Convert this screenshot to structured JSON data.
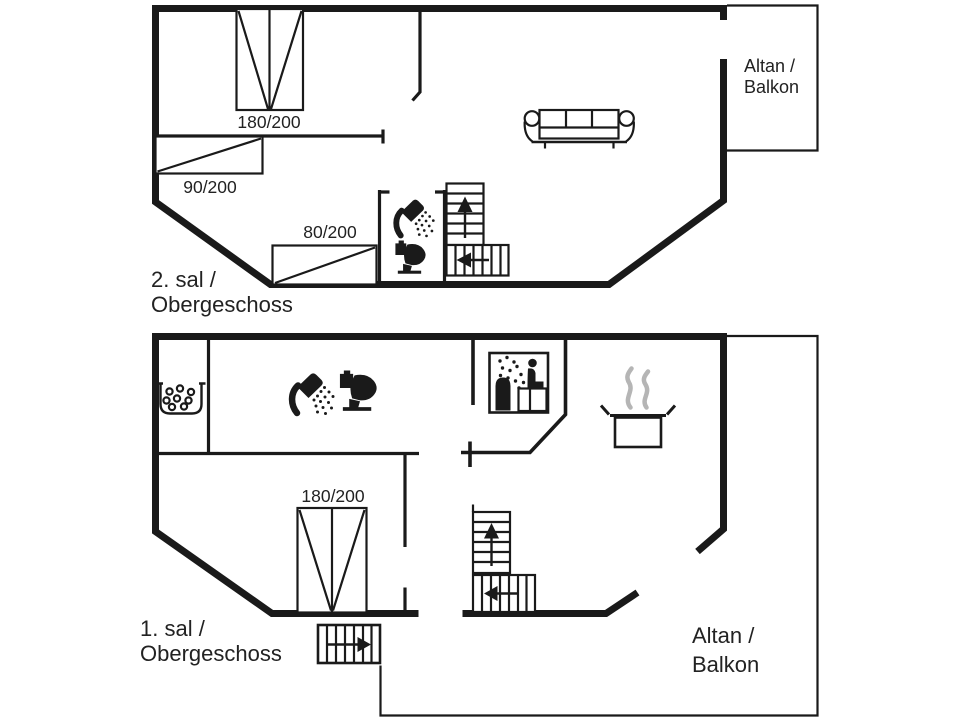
{
  "colors": {
    "wall": "#1a1a1a",
    "text": "#222222",
    "steam": "#b5b5b5",
    "background": "#ffffff"
  },
  "upper_floor": {
    "floor_label_line1": "2. sal /",
    "floor_label_line2": "Obergeschoss",
    "balcony_label_line1": "Altan /",
    "balcony_label_line2": "Balkon",
    "double_bed_size": "180/200",
    "single_bed_left_size": "90/200",
    "single_bed_right_size": "80/200",
    "features": [
      "double-bed-icon",
      "single-bed-icon",
      "single-bed-icon",
      "sofa-icon",
      "shower-icon",
      "toilet-icon",
      "stairs-up-icon",
      "stairs-landing-icon",
      "balcony"
    ]
  },
  "lower_floor": {
    "floor_label_line1": "1. sal /",
    "floor_label_line2": "Obergeschoss",
    "balcony_label_line1": "Altan /",
    "balcony_label_line2": "Balkon",
    "double_bed_size": "180/200",
    "features": [
      "whirlpool-icon",
      "shower-icon",
      "toilet-icon",
      "sauna-icon",
      "cooking-pot-icon",
      "double-bed-icon",
      "stairs-up-icon",
      "stairs-landing-icon",
      "entry-steps-icon",
      "balcony"
    ]
  }
}
